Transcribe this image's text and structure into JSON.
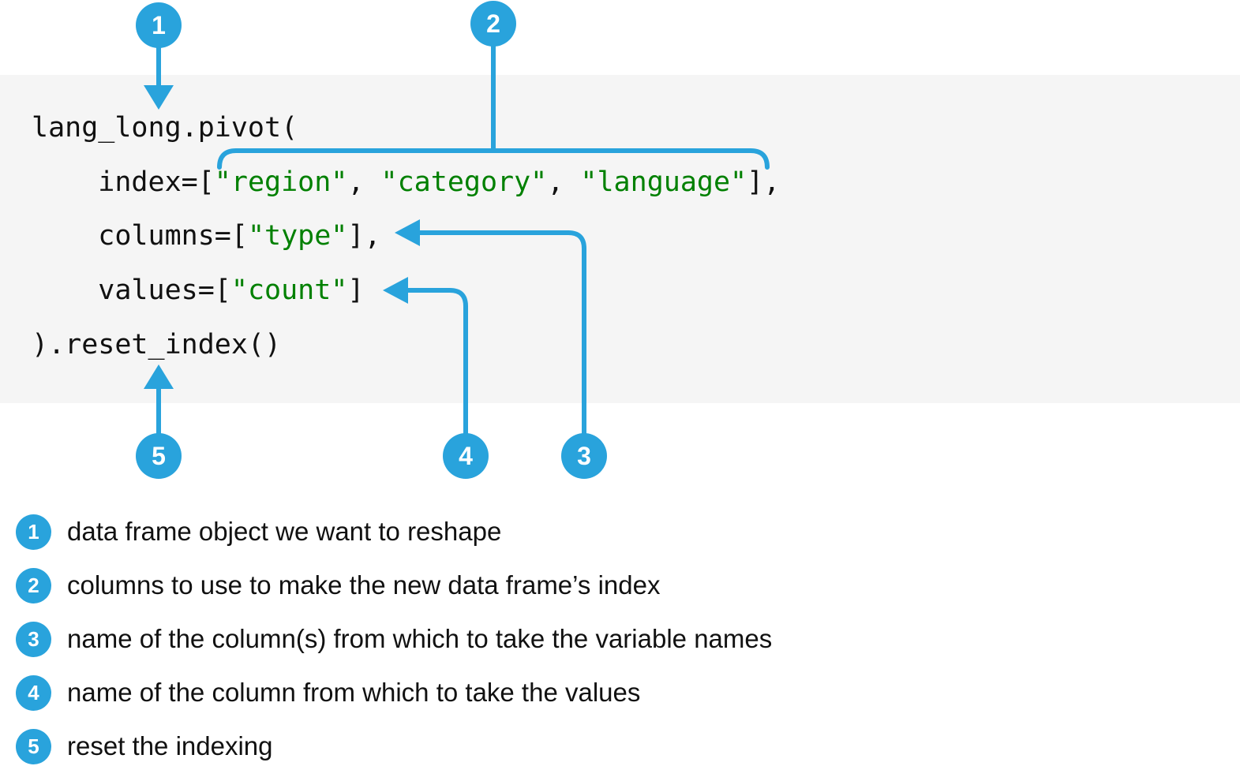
{
  "theme": {
    "accent_blue": "#29a3dc",
    "code_background": "#f5f5f5",
    "page_background": "#ffffff",
    "string_green": "#008000",
    "code_text": "#111111"
  },
  "code": {
    "language": "python",
    "lines": [
      {
        "id": "line-1",
        "parts": [
          {
            "text": "lang_long.pivot(",
            "kind": "plain"
          }
        ]
      },
      {
        "id": "line-2",
        "parts": [
          {
            "text": "    index=[",
            "kind": "plain"
          },
          {
            "text": "\"region\"",
            "kind": "string"
          },
          {
            "text": ", ",
            "kind": "plain"
          },
          {
            "text": "\"category\"",
            "kind": "string"
          },
          {
            "text": ", ",
            "kind": "plain"
          },
          {
            "text": "\"language\"",
            "kind": "string"
          },
          {
            "text": "],",
            "kind": "plain"
          }
        ]
      },
      {
        "id": "line-3",
        "parts": [
          {
            "text": "    columns=[",
            "kind": "plain"
          },
          {
            "text": "\"type\"",
            "kind": "string"
          },
          {
            "text": "],",
            "kind": "plain"
          }
        ]
      },
      {
        "id": "line-4",
        "parts": [
          {
            "text": "    values=[",
            "kind": "plain"
          },
          {
            "text": "\"count\"",
            "kind": "string"
          },
          {
            "text": "]",
            "kind": "plain"
          }
        ]
      },
      {
        "id": "line-5",
        "parts": [
          {
            "text": ").reset_index()",
            "kind": "plain"
          }
        ]
      }
    ]
  },
  "callouts": [
    {
      "number": "1",
      "target": "lang_long",
      "arrow": "down"
    },
    {
      "number": "2",
      "target": "index list",
      "arrow": "brace"
    },
    {
      "number": "3",
      "target": "columns",
      "arrow": "left"
    },
    {
      "number": "4",
      "target": "values",
      "arrow": "left"
    },
    {
      "number": "5",
      "target": "reset_index",
      "arrow": "up"
    }
  ],
  "legend": {
    "items": [
      {
        "number": "1",
        "text": "data frame object we want to reshape"
      },
      {
        "number": "2",
        "text": "columns to use to make the new data frame’s index"
      },
      {
        "number": "3",
        "text": "name of the column(s) from which to take the variable names"
      },
      {
        "number": "4",
        "text": "name of the column from which to take the values"
      },
      {
        "number": "5",
        "text": "reset the indexing"
      }
    ]
  }
}
